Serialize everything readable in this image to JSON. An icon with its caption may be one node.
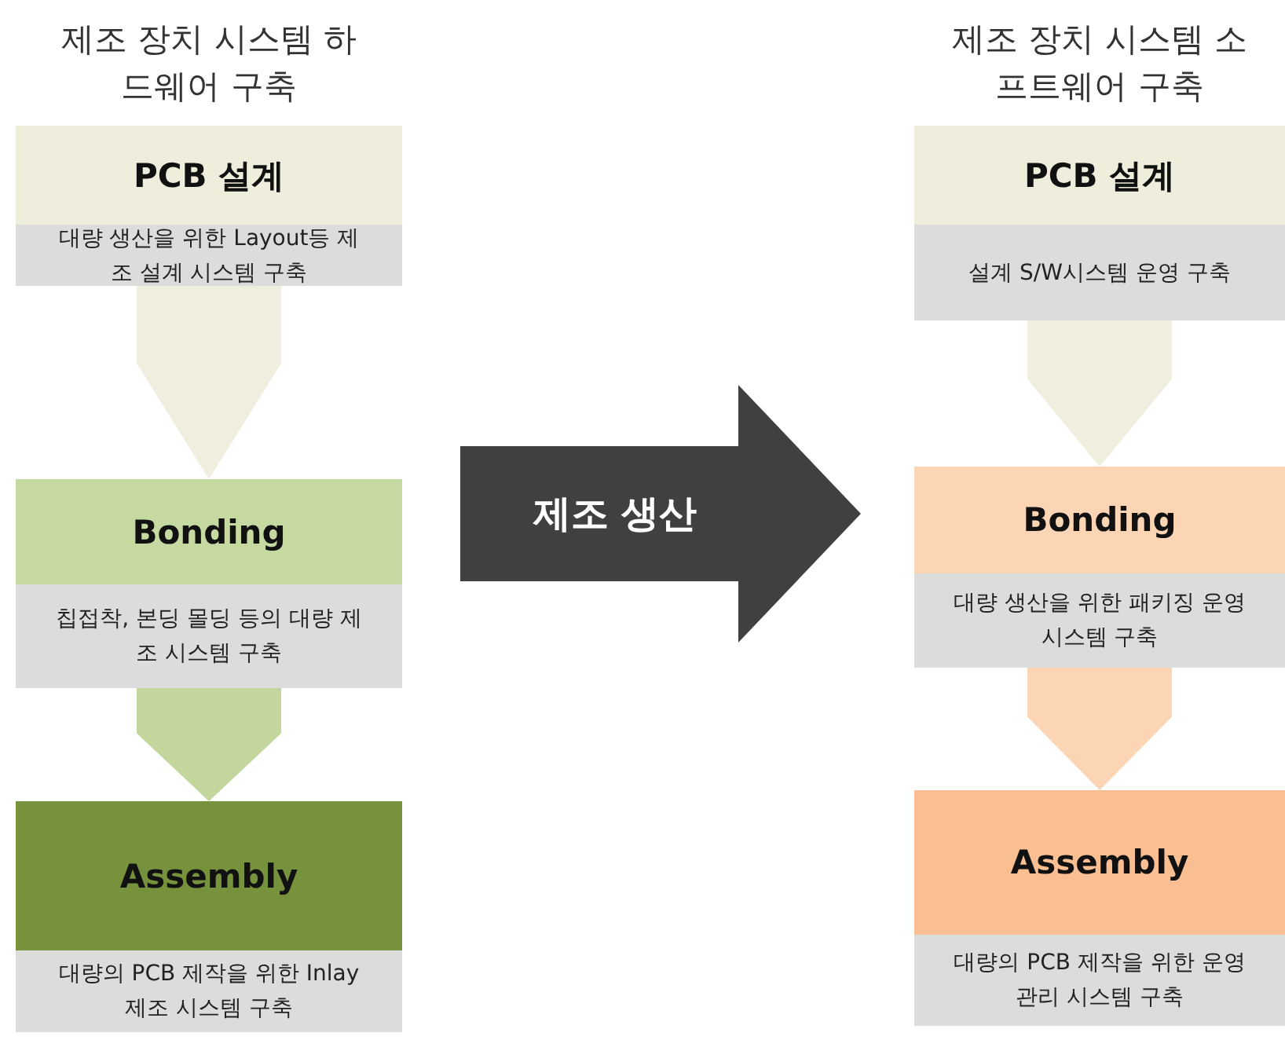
{
  "diagram": {
    "nodes": [
      {
        "text": [
          "PCB 설계",
          "대량 생산을 위한 Layout등 제조 설계 시스템 구축"
        ]
      },
      {
        "text": [
          "Bonding",
          "칩접착, 본딩 몰딩 등의 대량 제조 시스템 구축"
        ]
      },
      {
        "text": [
          "Assembly",
          "대량의 PCB 제작을 위한 Inlay 제조 시스템 구축"
        ]
      },
      {
        "text": [
          "PCB 설계",
          "설계 S/W시스템 운영 구축"
        ]
      },
      {
        "text": [
          "Bonding",
          "대량 생산을 위한 패키징 운영 시스템 구축"
        ]
      },
      {
        "text": [
          "Assembly",
          "대량의 PCB 제작을 위한 운영 관리 시스템 구축"
        ]
      }
    ],
    "edges": [
      {
        "from": 0,
        "to": 1,
        "arrow": "to",
        "color": "#f0efdf"
      },
      {
        "from": 1,
        "to": 2,
        "arrow": "to",
        "color": "#c3d69b"
      },
      {
        "from": 3,
        "to": 4,
        "arrow": "to",
        "color": "#f0efdf"
      },
      {
        "from": 4,
        "to": 5,
        "arrow": "to",
        "color": "#fcd5b5"
      },
      {
        "from": 1,
        "to": 4,
        "arrow": "to",
        "label": "제조 생산",
        "style": "thick",
        "color": "#404040"
      }
    ],
    "labels": [
      "제조 장치 시스템 하드웨어 구축",
      "제조 장치 시스템 소프트웨어 구축"
    ]
  }
}
